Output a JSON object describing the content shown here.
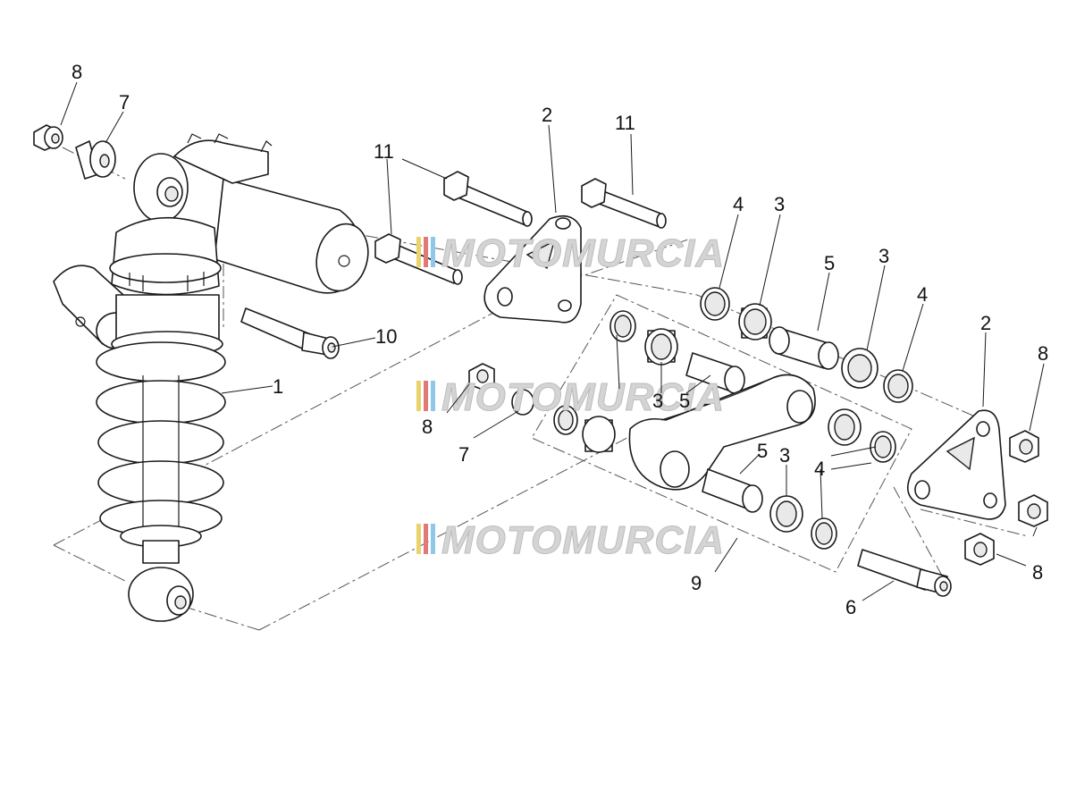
{
  "callouts": {
    "c8_top": "8",
    "c7_top": "7",
    "c11_left": "11",
    "c2_top": "2",
    "c11_right": "11",
    "c4_a": "4",
    "c3_a": "3",
    "c5_a": "5",
    "c3_b": "3",
    "c4_b": "4",
    "c2_right": "2",
    "c8_right": "8",
    "c10": "10",
    "c1": "1",
    "c5_b": "5",
    "c8_mid": "8",
    "c7_mid": "7",
    "c5_c": "5",
    "c3_c": "3",
    "c4_c": "4",
    "c9": "9",
    "c6": "6",
    "c8_bottom": "8",
    "c3_hidden": "3"
  },
  "watermark": {
    "text": "MOTOMURCIA",
    "colors": [
      "#e9d36a",
      "#e07a7a",
      "#8fc7e8"
    ]
  }
}
